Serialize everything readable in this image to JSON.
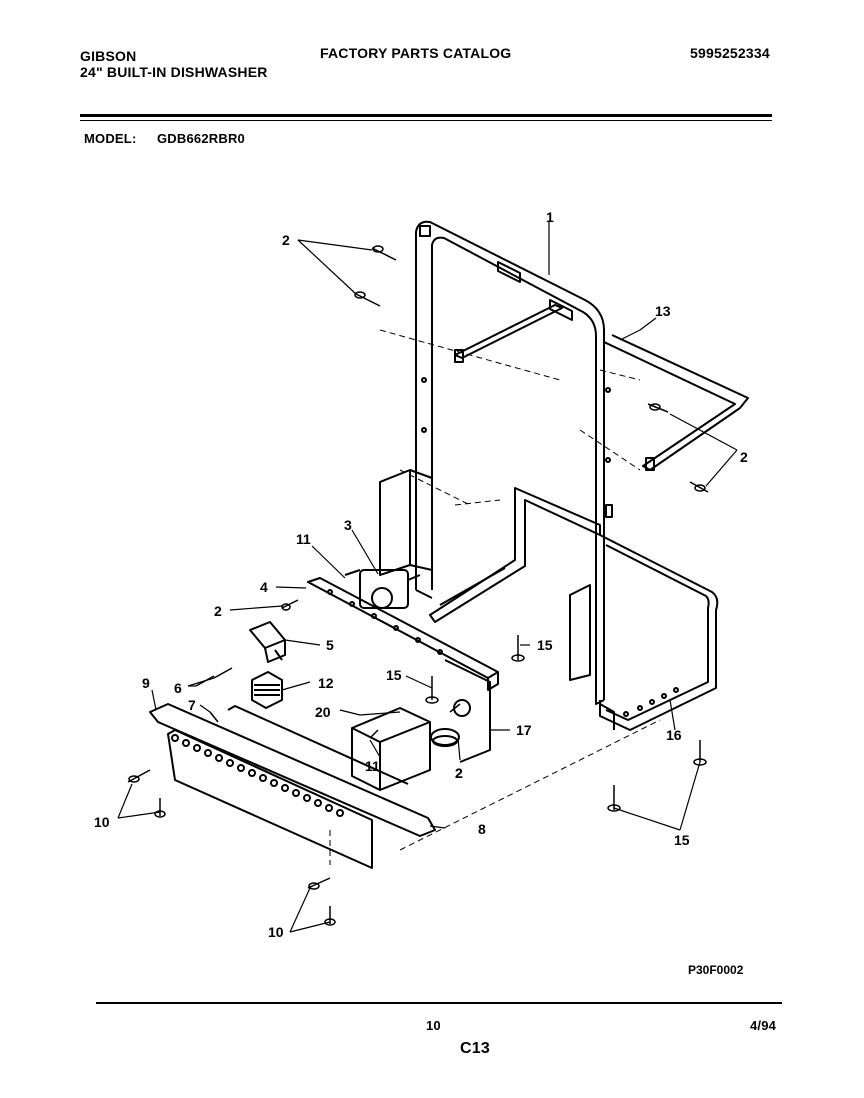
{
  "header": {
    "brand": "GIBSON",
    "product": "24\" BUILT-IN DISHWASHER",
    "catalog_title": "FACTORY PARTS CATALOG",
    "catalog_number": "5995252334"
  },
  "model": {
    "label": "MODEL:",
    "value": "GDB662RBR0"
  },
  "diagram": {
    "callouts": [
      "1",
      "2",
      "2",
      "2",
      "3",
      "4",
      "2",
      "11",
      "5",
      "6",
      "9",
      "7",
      "12",
      "20",
      "15",
      "11",
      "17",
      "2",
      "15",
      "16",
      "10",
      "8",
      "10",
      "15",
      "13"
    ],
    "figure_code": "P30F0002"
  },
  "footer": {
    "page_number": "10",
    "section_code": "C13",
    "date": "4/94"
  }
}
